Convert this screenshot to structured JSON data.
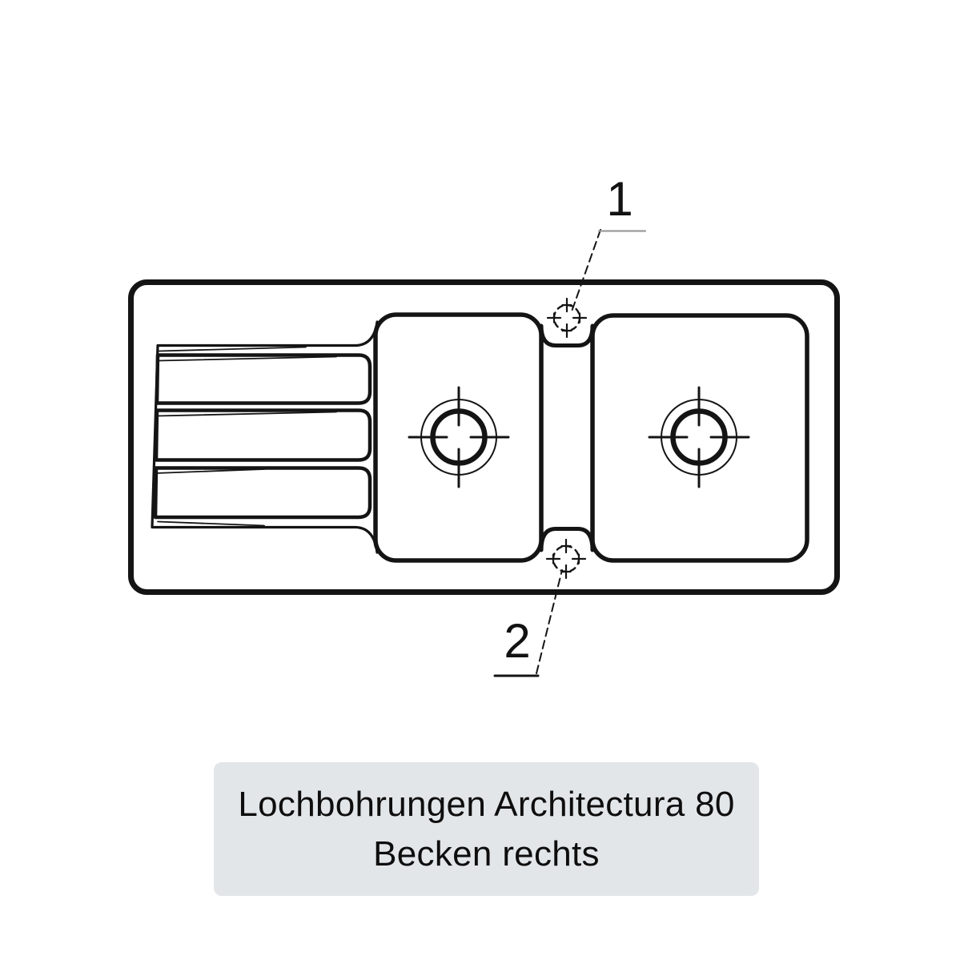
{
  "colors": {
    "line": "#141414",
    "caption_bg": "#e3e6e9",
    "caption_text": "#0e0e0e",
    "underline_gray": "#9b9b9b"
  },
  "callouts": [
    {
      "number": "1"
    },
    {
      "number": "2"
    }
  ],
  "caption": {
    "line1": "Lochbohrungen Architectura 80",
    "line2": "Becken rechts"
  }
}
